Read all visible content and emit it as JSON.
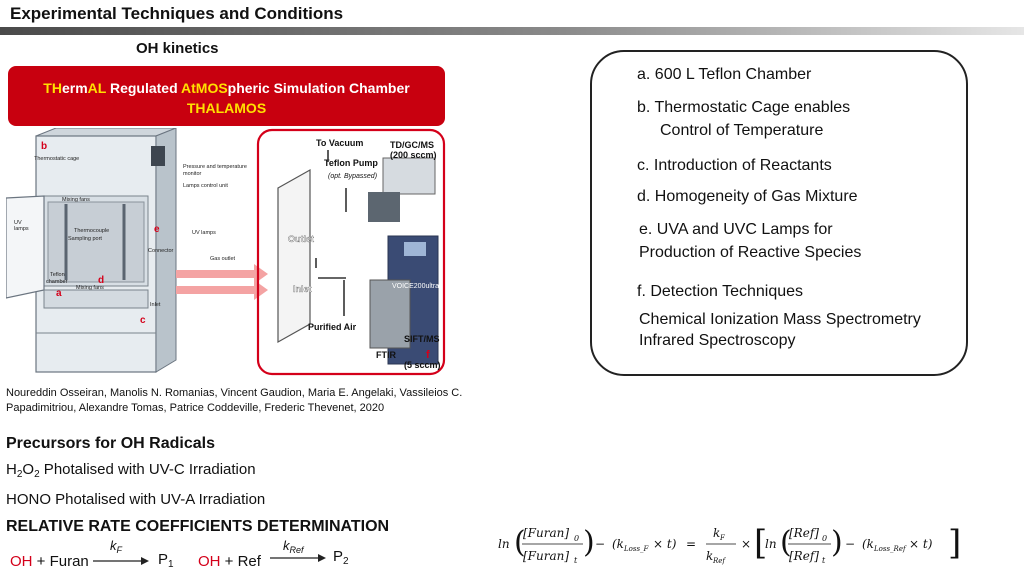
{
  "header": {
    "title": "Experimental Techniques and Conditions",
    "subtitle": "OH kinetics"
  },
  "banner": {
    "p1": "TH",
    "p2": "erm",
    "p3": "AL",
    "p4": " Regulated ",
    "p5": "At",
    "p6": "MOS",
    "p7": "pheric Simulation Chamber",
    "line2": "THALAMOS"
  },
  "diagram": {
    "left_labels": {
      "b": "b",
      "thermostatic_cage": "Thermostatic cage",
      "pressure_monitor_1": "Pressure and temperature",
      "pressure_monitor_2": "monitor",
      "lamps_control": "Lamps control unit",
      "mixing_fans_top": "Mixing fans",
      "uv_lamps_1": "UV",
      "uv_lamps_2": "lamps",
      "thermocouple": "Thermocouple",
      "sampling_port": "Sampling port",
      "uv_lamps_right": "UV lamps",
      "connector": "Connector",
      "gas_outlet": "Gas outlet",
      "e": "e",
      "teflon_1": "Teflon",
      "teflon_2": "chamber",
      "d": "d",
      "mixing_fans_bottom": "Mixing fans",
      "a": "a",
      "inlet_small": "Inlet",
      "c": "c"
    },
    "right_labels": {
      "to_vacuum": "To Vacuum",
      "teflon_pump": "Teflon Pump",
      "opt_bypassed": "(opt. Bypassed)",
      "tdgcms_1": "TD/GC/MS",
      "tdgcms_2": "(200 sccm)",
      "outlet": "Outlet",
      "inlet": "Inlet",
      "purified_air": "Purified Air",
      "ftir": "FTIR",
      "voice_screen": "VOICE200ultra",
      "f": "f",
      "sift_1": "SIFT/MS",
      "sift_2": "(5 sccm)"
    }
  },
  "steps": {
    "a": "a. 600 L Teflon Chamber",
    "b1": "b. Thermostatic Cage enables",
    "b2": "Control of Temperature",
    "c": "c. Introduction of Reactants",
    "d": "d. Homogeneity of Gas Mixture",
    "e1": "e. UVA and UVC Lamps for",
    "e2": "Production of Reactive Species",
    "f": "f. Detection Techniques",
    "f1": "Chemical Ionization Mass Spectrometry",
    "f2": "Infrared Spectroscopy"
  },
  "citation": {
    "line1": "Noureddin Osseiran, Manolis N. Romanias, Vincent Gaudion, Maria E. Angelaki, Vassileios C.",
    "line2": "Papadimitriou, Alexandre Tomas, Patrice Coddeville, Frederic Thevenet, 2020"
  },
  "precursors": {
    "title": "Precursors for OH Radicals",
    "h2o2_h": "H",
    "h2o2_2a": "2",
    "h2o2_o": "O",
    "h2o2_2b": "2",
    "h2o2_rest": " Photalised with UV-C Irradiation",
    "hono": "HONO Photalised with UV-A Irradiation"
  },
  "relative_rate": {
    "title": "RELATIVE RATE COEFFICIENTS DETERMINATION",
    "r1_oh": "OH",
    "r1_rest": " + Furan",
    "r1_k": "k",
    "r1_ksub": "F",
    "r1_p": "P",
    "r1_psub": "1",
    "r2_oh": "OH",
    "r2_rest": " + Ref",
    "r2_k": "k",
    "r2_ksub": "Ref",
    "r2_p": "P",
    "r2_psub": "2"
  },
  "equation": {
    "ln": "ln",
    "furan0": "[Furan]",
    "sub0": "0",
    "furant": "[Furan]",
    "subt": "t",
    "minus": "−",
    "kloss_f": "(k",
    "kloss_f_sub": "Loss_F",
    "times_t": " × t)",
    "equals": "=",
    "kf": "k",
    "kf_sub": "F",
    "kref": "k",
    "kref_sub": "Ref",
    "times": "×",
    "ref0": "[Ref]",
    "reft": "[Ref]",
    "kloss_r": "(k",
    "kloss_r_sub": "Loss_Ref"
  },
  "colors": {
    "accent_red": "#c8000f",
    "highlight_yellow": "#ffe000",
    "oh_red": "#d4001a"
  }
}
